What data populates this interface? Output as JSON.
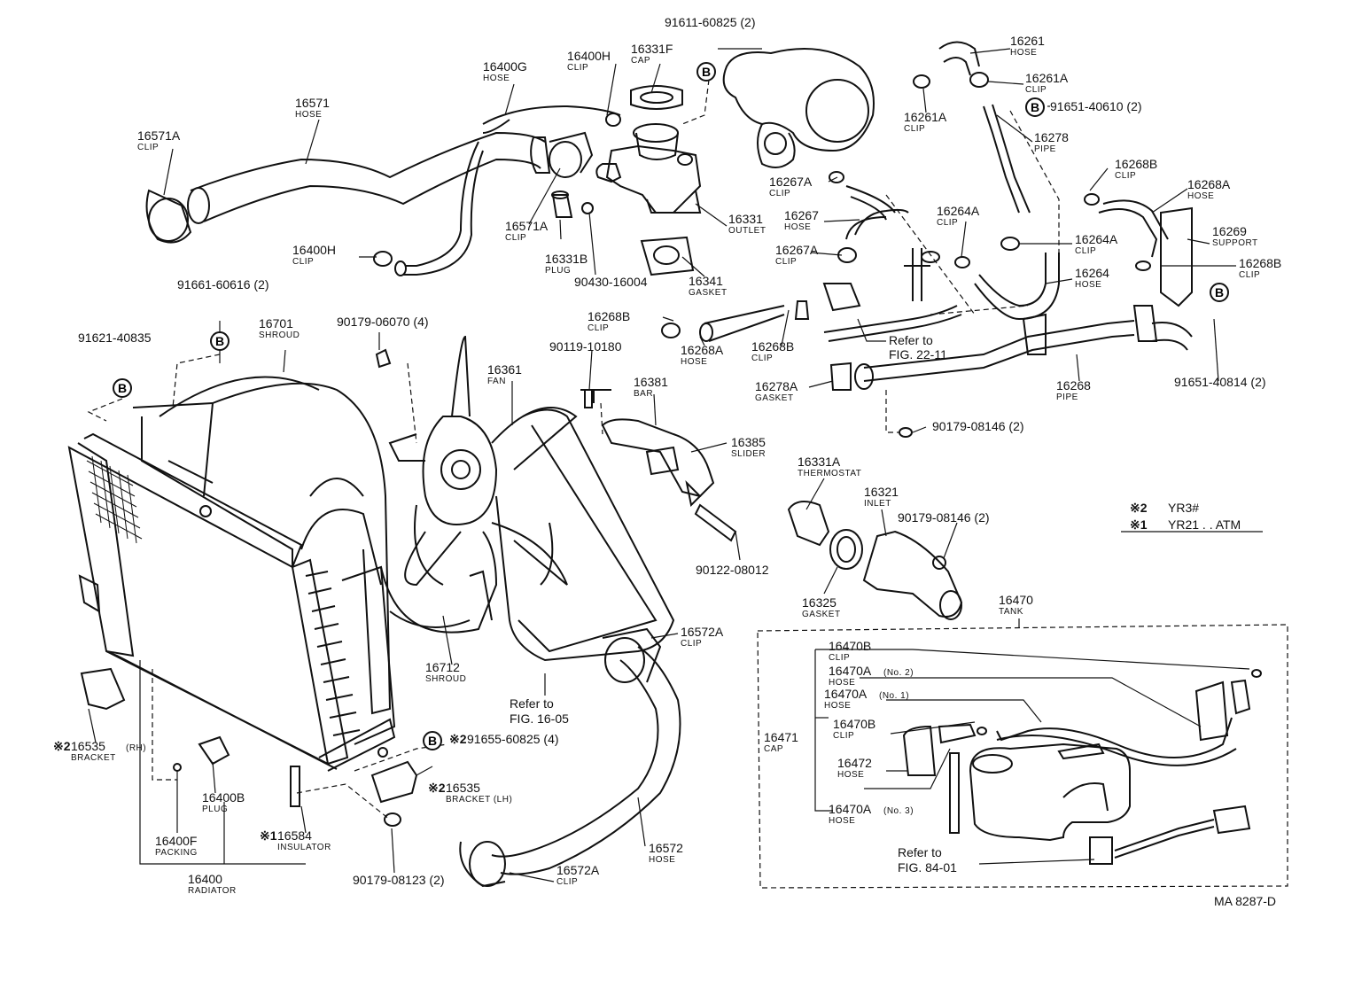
{
  "figure_id": "MA 8287-D",
  "notes": {
    "n2_mark": "※2",
    "n2_text": "YR3#",
    "n1_mark": "※1",
    "n1_text": "YR21 . . ATM"
  },
  "b_marker": "B",
  "parts": [
    {
      "key": "p91611",
      "pn": "91611-60825 (2)",
      "name": ""
    },
    {
      "key": "p16400H_top",
      "pn": "16400H",
      "name": "CLIP"
    },
    {
      "key": "p16331F",
      "pn": "16331F",
      "name": "CAP"
    },
    {
      "key": "p16400G",
      "pn": "16400G",
      "name": "HOSE"
    },
    {
      "key": "p16571",
      "pn": "16571",
      "name": "HOSE"
    },
    {
      "key": "p16571A_l",
      "pn": "16571A",
      "name": "CLIP"
    },
    {
      "key": "p16571A_r",
      "pn": "16571A",
      "name": "CLIP"
    },
    {
      "key": "p16331B",
      "pn": "16331B",
      "name": "PLUG"
    },
    {
      "key": "p90430",
      "pn": "90430-16004",
      "name": ""
    },
    {
      "key": "p16331",
      "pn": "16331",
      "name": "OUTLET"
    },
    {
      "key": "p16341",
      "pn": "16341",
      "name": "GASKET"
    },
    {
      "key": "p16400H_mid",
      "pn": "16400H",
      "name": "CLIP"
    },
    {
      "key": "p16261",
      "pn": "16261",
      "name": "HOSE"
    },
    {
      "key": "p16261A_r",
      "pn": "16261A",
      "name": "CLIP"
    },
    {
      "key": "p16261A_l",
      "pn": "16261A",
      "name": "CLIP"
    },
    {
      "key": "p91651_40610",
      "pn": "91651-40610 (2)",
      "name": ""
    },
    {
      "key": "p16278",
      "pn": "16278",
      "name": "PIPE"
    },
    {
      "key": "p16268B_top",
      "pn": "16268B",
      "name": "CLIP"
    },
    {
      "key": "p16268A_top",
      "pn": "16268A",
      "name": "HOSE"
    },
    {
      "key": "p16269",
      "pn": "16269",
      "name": "SUPPORT"
    },
    {
      "key": "p16268B_r",
      "pn": "16268B",
      "name": "CLIP"
    },
    {
      "key": "p16267A_top",
      "pn": "16267A",
      "name": "CLIP"
    },
    {
      "key": "p16267",
      "pn": "16267",
      "name": "HOSE"
    },
    {
      "key": "p16264A_l",
      "pn": "16264A",
      "name": "CLIP"
    },
    {
      "key": "p16264A_r",
      "pn": "16264A",
      "name": "CLIP"
    },
    {
      "key": "p16267A_bot",
      "pn": "16267A",
      "name": "CLIP"
    },
    {
      "key": "p16264",
      "pn": "16264",
      "name": "HOSE"
    },
    {
      "key": "p91661",
      "pn": "91661-60616 (2)",
      "name": ""
    },
    {
      "key": "p91621",
      "pn": "91621-40835",
      "name": ""
    },
    {
      "key": "p16701",
      "pn": "16701",
      "name": "SHROUD"
    },
    {
      "key": "p90179_06070",
      "pn": "90179-06070 (4)",
      "name": ""
    },
    {
      "key": "p16268B_mid",
      "pn": "16268B",
      "name": "CLIP"
    },
    {
      "key": "p16268A_mid",
      "pn": "16268A",
      "name": "HOSE"
    },
    {
      "key": "p16268B_mid2",
      "pn": "16268B",
      "name": "CLIP"
    },
    {
      "key": "p90119",
      "pn": "90119-10180",
      "name": ""
    },
    {
      "key": "p16361",
      "pn": "16361",
      "name": "FAN"
    },
    {
      "key": "p16381",
      "pn": "16381",
      "name": "BAR"
    },
    {
      "key": "p16385",
      "pn": "16385",
      "name": "SLIDER"
    },
    {
      "key": "p16278A",
      "pn": "16278A",
      "name": "GASKET"
    },
    {
      "key": "p16268",
      "pn": "16268",
      "name": "PIPE"
    },
    {
      "key": "p91651_40814",
      "pn": "91651-40814 (2)",
      "name": ""
    },
    {
      "key": "p90179_08146a",
      "pn": "90179-08146 (2)",
      "name": ""
    },
    {
      "key": "p16331A",
      "pn": "16331A",
      "name": "THERMOSTAT"
    },
    {
      "key": "p16321",
      "pn": "16321",
      "name": "INLET"
    },
    {
      "key": "p90179_08146b",
      "pn": "90179-08146 (2)",
      "name": ""
    },
    {
      "key": "p90122",
      "pn": "90122-08012",
      "name": ""
    },
    {
      "key": "p16325",
      "pn": "16325",
      "name": "GASKET"
    },
    {
      "key": "p16470",
      "pn": "16470",
      "name": "TANK"
    },
    {
      "key": "p16572A_top",
      "pn": "16572A",
      "name": "CLIP"
    },
    {
      "key": "p16712",
      "pn": "16712",
      "name": "SHROUD"
    },
    {
      "key": "p16470B_top",
      "pn": "16470B",
      "name": "CLIP"
    },
    {
      "key": "p16470A_n2",
      "pn": "16470A",
      "name": "HOSE",
      "qual": "(No. 2)"
    },
    {
      "key": "p16470A_n1",
      "pn": "16470A",
      "name": "HOSE",
      "qual": "(No. 1)"
    },
    {
      "key": "p16471",
      "pn": "16471",
      "name": "CAP"
    },
    {
      "key": "p16470B_mid",
      "pn": "16470B",
      "name": "CLIP"
    },
    {
      "key": "p16472",
      "pn": "16472",
      "name": "HOSE"
    },
    {
      "key": "p16470A_n3",
      "pn": "16470A",
      "name": "HOSE",
      "qual": "(No. 3)"
    },
    {
      "key": "p16535_rh",
      "pn": "16535",
      "name": "BRACKET",
      "qual": "(RH)",
      "mark": "※2"
    },
    {
      "key": "p16400B",
      "pn": "16400B",
      "name": "PLUG"
    },
    {
      "key": "p16400F",
      "pn": "16400F",
      "name": "PACKING"
    },
    {
      "key": "p16584",
      "pn": "16584",
      "name": "INSULATOR",
      "mark": "※1"
    },
    {
      "key": "p16400",
      "pn": "16400",
      "name": "RADIATOR"
    },
    {
      "key": "p91655",
      "pn": "91655-60825 (4)",
      "name": "",
      "mark": "※2"
    },
    {
      "key": "p16535_lh",
      "pn": "16535",
      "name": "BRACKET (LH)",
      "mark": "※2"
    },
    {
      "key": "p90179_08123",
      "pn": "90179-08123 (2)",
      "name": ""
    },
    {
      "key": "p16572",
      "pn": "16572",
      "name": "HOSE"
    },
    {
      "key": "p16572A_bot",
      "pn": "16572A",
      "name": "CLIP"
    }
  ],
  "references": [
    {
      "key": "ref_22",
      "line1": "Refer to",
      "line2": "FIG. 22-11"
    },
    {
      "key": "ref_16",
      "line1": "Refer to",
      "line2": "FIG. 16-05"
    },
    {
      "key": "ref_84",
      "line1": "Refer to",
      "line2": "FIG. 84-01"
    }
  ]
}
